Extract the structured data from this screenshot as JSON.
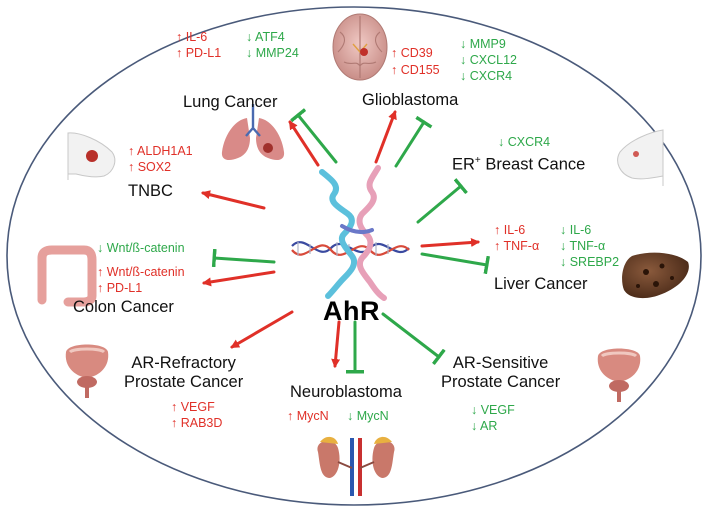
{
  "center": {
    "label": "AhR"
  },
  "colors": {
    "up": "#e03028",
    "down": "#2ea84a",
    "ellipse": "#4a5a7a"
  },
  "nodes": {
    "lung": {
      "title": "Lung Cancer",
      "up": [
        "↑ IL-6",
        "↑ PD-L1"
      ],
      "down": [
        "↓ ATF4",
        "↓ MMP24"
      ],
      "icon": "lung-icon"
    },
    "glioblastoma": {
      "title": "Glioblastoma",
      "up": [
        "↑ CD39",
        "↑ CD155"
      ],
      "down": [
        "↓ MMP9",
        "↓ CXCL12",
        "↓ CXCR4"
      ],
      "icon": "brain-icon"
    },
    "er_breast": {
      "title_main": "ER",
      "title_sup": "+",
      "title_rest": " Breast Cance",
      "down": [
        "↓ CXCR4"
      ],
      "icon": "breast-icon"
    },
    "tnbc": {
      "title": "TNBC",
      "up": [
        "↑ ALDH1A1",
        "↑ SOX2"
      ],
      "icon": "breast-tumor-icon"
    },
    "colon": {
      "title": "Colon Cancer",
      "down": [
        "↓ Wnt/ß-catenin"
      ],
      "up": [
        "↑ Wnt/ß-catenin",
        "↑ PD-L1"
      ],
      "icon": "colon-icon"
    },
    "liver": {
      "title": "Liver Cancer",
      "up": [
        "↑ IL-6",
        "↑ TNF-α"
      ],
      "down": [
        "↓ IL-6",
        "↓ TNF-α",
        "↓ SREBP2"
      ],
      "icon": "liver-icon"
    },
    "ar_refractory": {
      "title_line1": "AR-Refractory",
      "title_line2": "Prostate Cancer",
      "up": [
        "↑ VEGF",
        "↑ RAB3D"
      ],
      "icon": "prostate-icon"
    },
    "neuroblastoma": {
      "title": "Neuroblastoma",
      "up": [
        "↑ MycN"
      ],
      "down": [
        "↓ MycN"
      ],
      "icon": "adrenal-icon"
    },
    "ar_sensitive": {
      "title_line1": "AR-Sensitive",
      "title_line2": "Prostate Cancer",
      "down": [
        "↓ VEGF",
        "↓ AR"
      ],
      "icon": "prostate-icon"
    }
  }
}
